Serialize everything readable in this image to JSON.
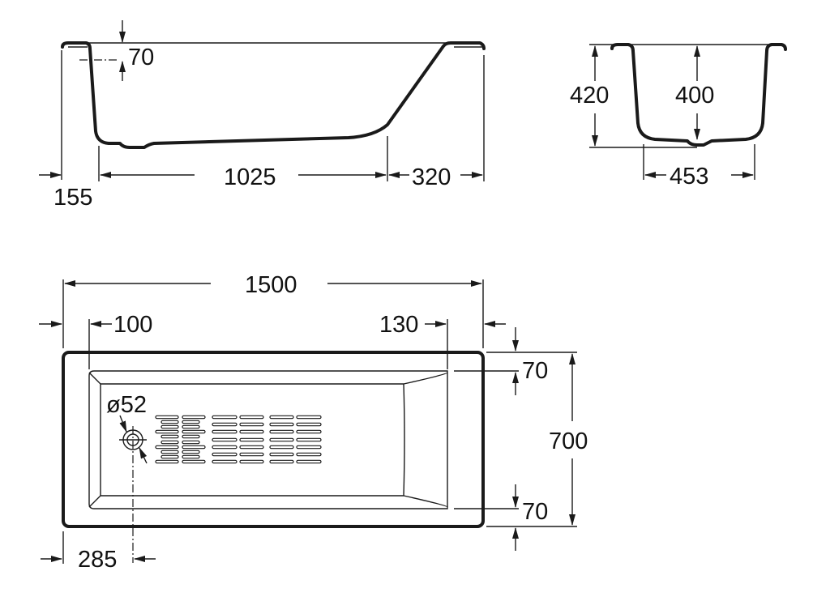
{
  "title": "Bathtub dimension drawing",
  "side_view": {
    "rim_depth": "70",
    "left_offset": "155",
    "floor_length": "1025",
    "right_slope": "320"
  },
  "end_view": {
    "outer_height": "420",
    "inner_depth": "400",
    "floor_width": "453"
  },
  "top_view": {
    "length": "1500",
    "left_rim": "100",
    "right_rim": "130",
    "top_rim": "70",
    "width": "700",
    "bottom_rim": "70",
    "drain_diameter": "ø52",
    "drain_offset": "285"
  }
}
